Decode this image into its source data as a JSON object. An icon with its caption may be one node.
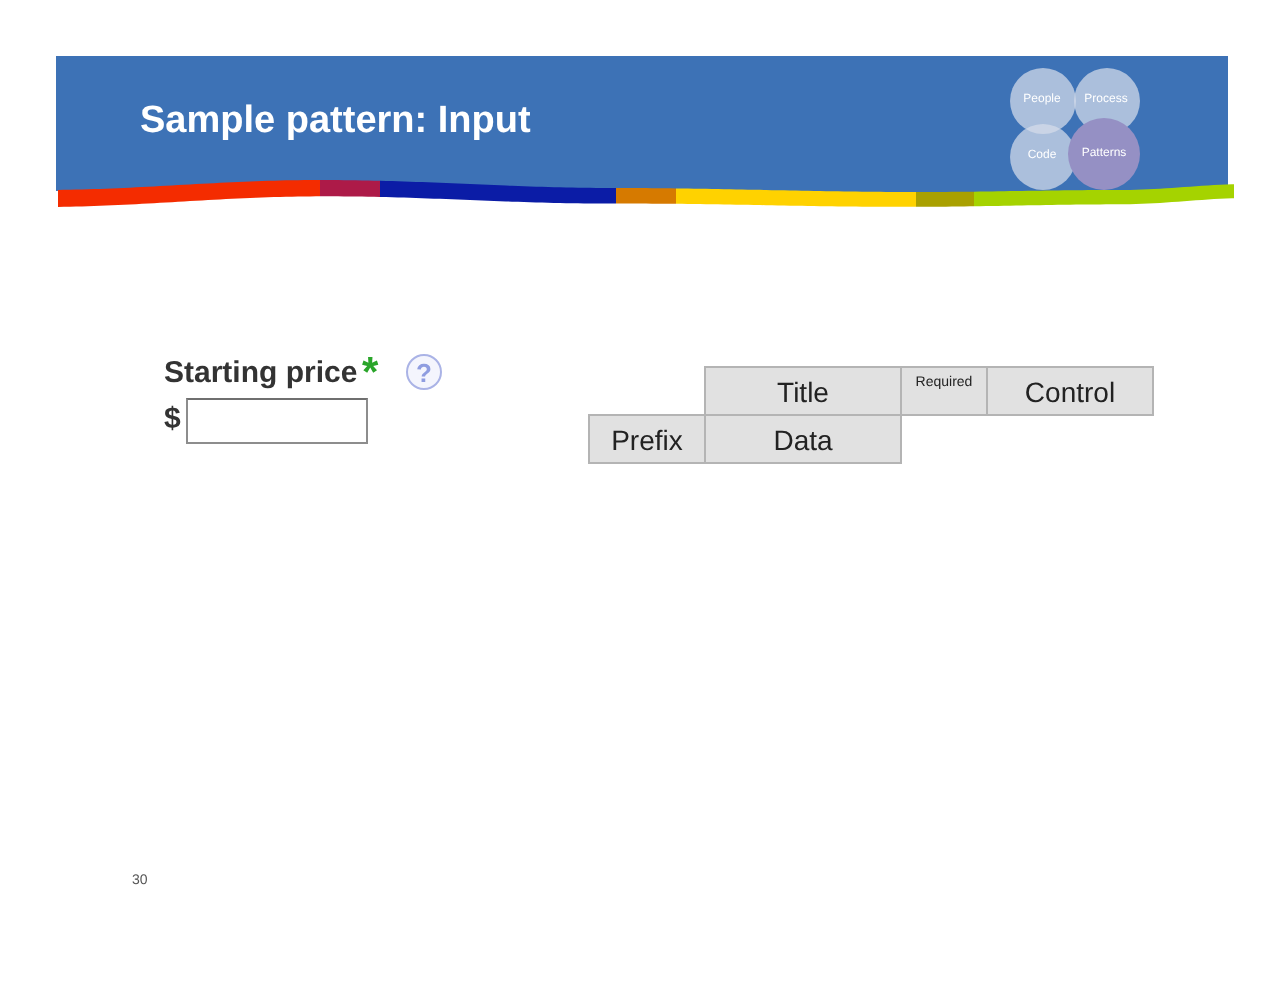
{
  "diagram": {
    "title": "Sample pattern: Input",
    "nodes": [
      {
        "text": [
          "People"
        ]
      },
      {
        "text": [
          "Process"
        ]
      },
      {
        "text": [
          "Code"
        ]
      },
      {
        "text": [
          "Patterns"
        ]
      },
      {
        "text": [
          "Title"
        ]
      },
      {
        "text": [
          "Required"
        ]
      },
      {
        "text": [
          "Control"
        ]
      },
      {
        "text": [
          "Prefix"
        ]
      },
      {
        "text": [
          "Data"
        ]
      }
    ],
    "labels": [
      "Starting price",
      "*",
      "?",
      "$",
      "30"
    ]
  }
}
